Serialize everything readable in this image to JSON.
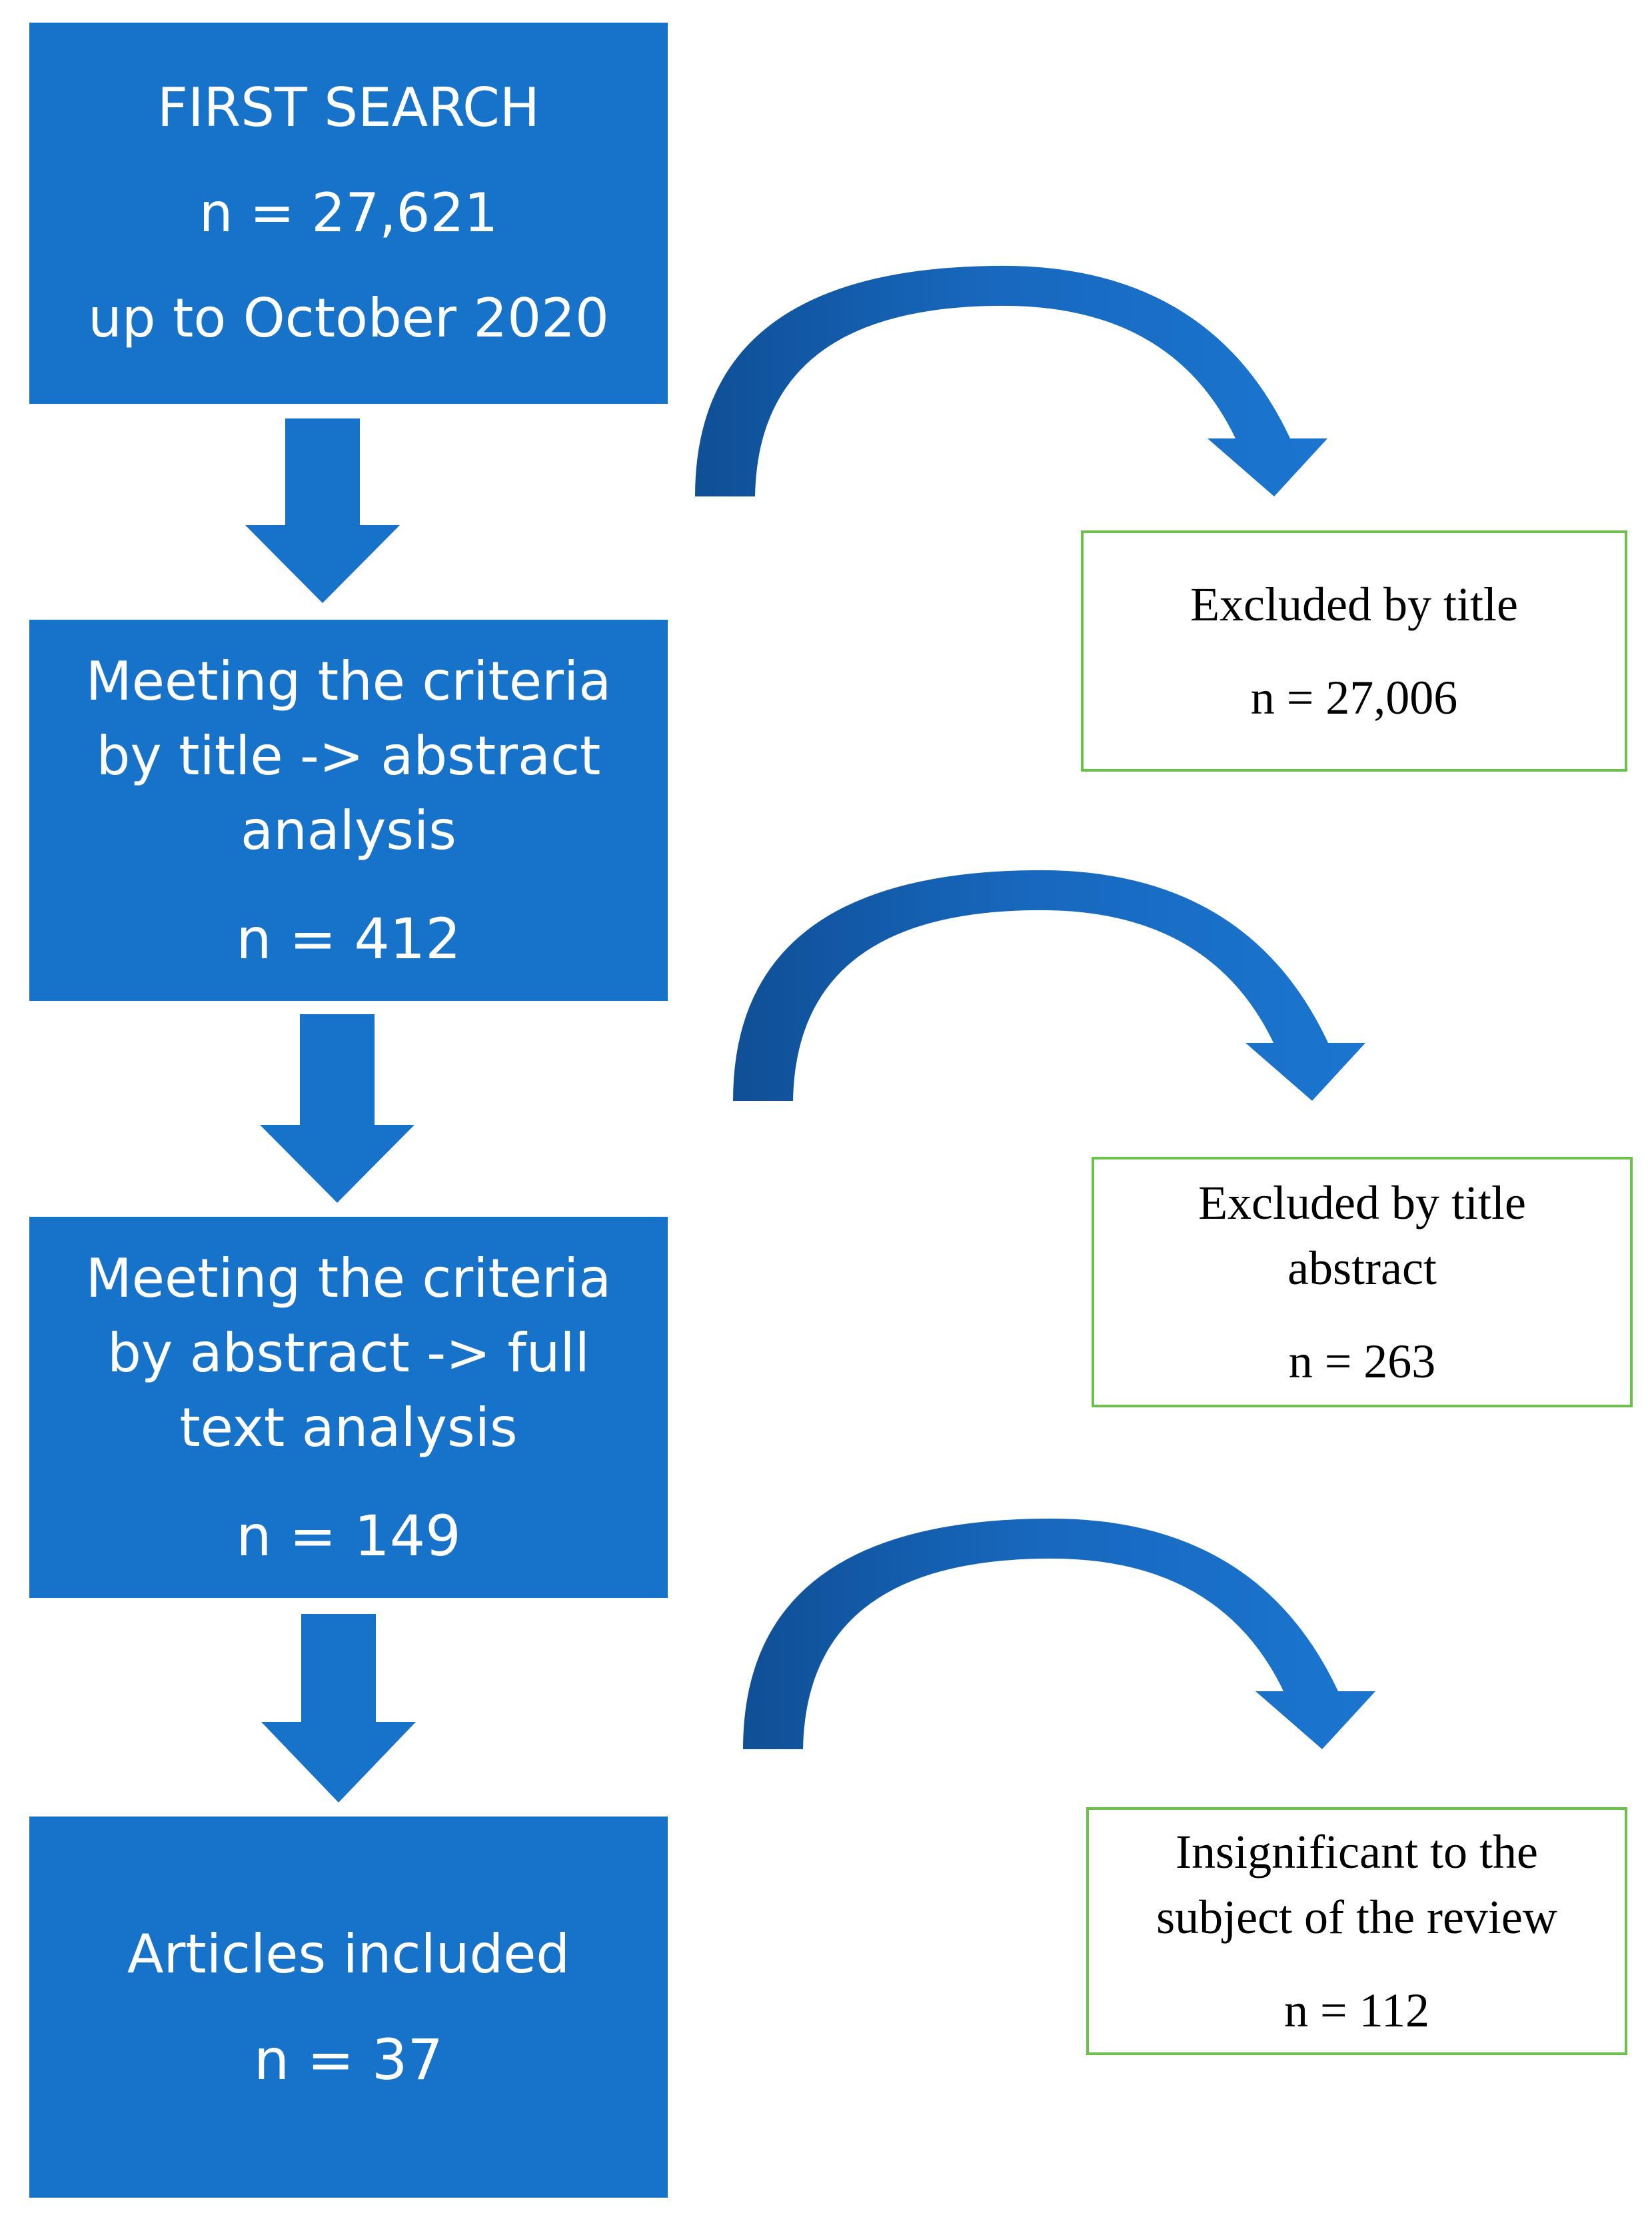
{
  "steps": [
    {
      "lines": [
        "FIRST SEARCH",
        "n = 27,621",
        "up to October 2020"
      ]
    },
    {
      "lines": [
        "Meeting the criteria",
        "by title ->  abstract",
        "analysis"
      ],
      "count": "n = 412"
    },
    {
      "lines": [
        "Meeting the criteria",
        "by abstract  -> full",
        "text analysis"
      ],
      "count": "n = 149"
    },
    {
      "lines": [
        "Articles included"
      ],
      "count": "n = 37"
    }
  ],
  "exclusions": [
    {
      "lines": [
        "Excluded by title"
      ],
      "count": "n = 27,006"
    },
    {
      "lines": [
        "Excluded by title",
        "abstract"
      ],
      "count": "n = 263"
    },
    {
      "lines": [
        "Insignificant to the",
        "subject of the review"
      ],
      "count": "n = 112"
    }
  ],
  "colors": {
    "box_fill": "#1772c9",
    "arrow_fill": "#1a6fc4",
    "exclusion_border": "#6dbf4e"
  }
}
